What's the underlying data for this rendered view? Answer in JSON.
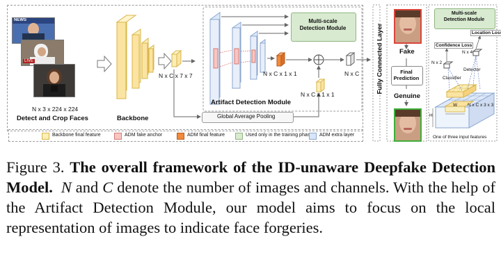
{
  "figure": {
    "stage1_label": "Detect and Crop Faces",
    "stage1_dims": "N x 3 x 224 x 224",
    "backbone_label": "Backbone",
    "backbone_dims": "N x C x 7 x 7",
    "adm_label": "Artifact Detection Module",
    "msdm_label": "Multi-scale\nDetection Module",
    "gap_label": "Global Average Pooling",
    "adm_out_dims": "N x C x 1 x 1",
    "gap_out_dims": "N x C x 1 x 1",
    "fused_dims": "N x C",
    "fc_label": "Fully Connected Layer",
    "fake_label": "Fake",
    "final_prediction_label": "Final\nPrediction",
    "genuine_label": "Genuine",
    "detail": {
      "title": "Multi-scale\nDetection Module",
      "location_loss": "Location Loss",
      "confidence_loss": "Confidence Loss",
      "n4": "N x 4",
      "n2": "N x 2",
      "detector": "Detector",
      "classifier": "Classifier",
      "w": "W",
      "h": "H",
      "c33": "N x C x 3 x 3",
      "footer": "One of three input features"
    },
    "legend": [
      {
        "label": "Backbone final feature",
        "color": "#fbeeb7",
        "border": "#d9b64a"
      },
      {
        "label": "ADM fake anchor",
        "color": "#f6c6c2",
        "border": "#d77a72"
      },
      {
        "label": "ADM final feature",
        "color": "#f08a3c",
        "border": "#b85a1a"
      },
      {
        "label": "Used only in the training phase",
        "color": "#d8ead0",
        "border": "#8fb57f"
      },
      {
        "label": "ADM extra layer",
        "color": "#d9e6f7",
        "border": "#8aa6cf"
      }
    ],
    "photo_texts": {
      "thumb1_banner": "NEWS",
      "thumb2_banner": "LIVE"
    }
  },
  "caption": {
    "prefix": "Figure 3.",
    "bold": "The overall framework of the ID-unaware Deepfake Detection Model.",
    "text_1": "N",
    "text_2": " and ",
    "text_3": "C",
    "text_4": " denote the number of images and channels.  With the help of the Artifact Detection Module, our model aims to focus on the local representation of images to indicate face forgeries."
  }
}
